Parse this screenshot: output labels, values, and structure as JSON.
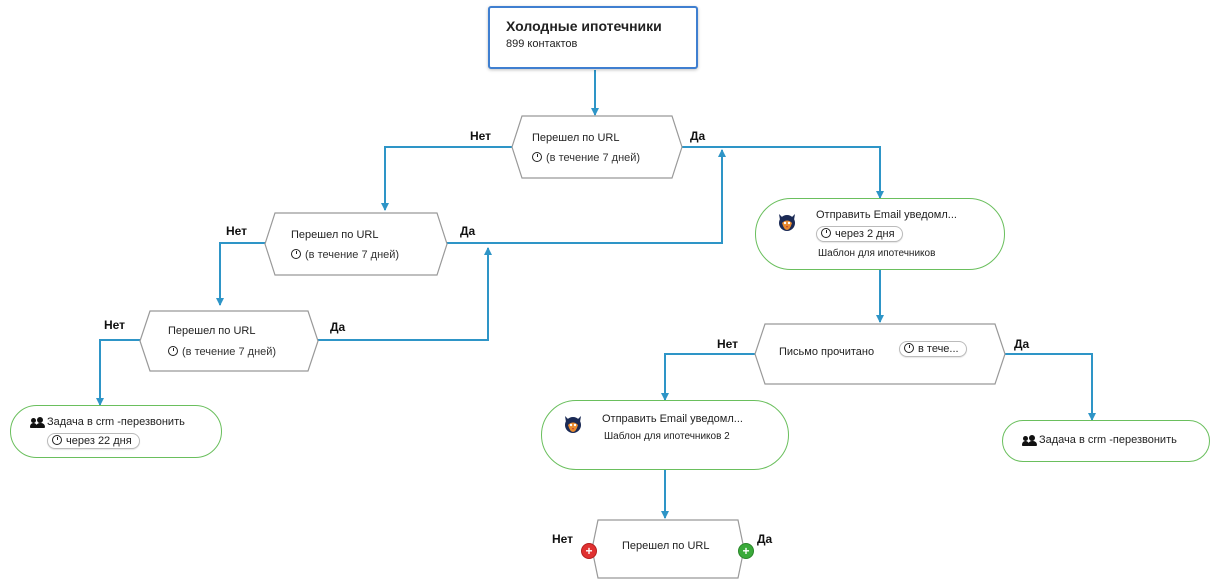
{
  "colors": {
    "edge": "#2e95c7",
    "start_border": "#3f7fd0",
    "action_border": "#6abf5d",
    "cond_border": "#999999"
  },
  "start": {
    "title": "Холодные ипотечники",
    "subtitle": "899 контактов"
  },
  "conditions": [
    {
      "id": "c1",
      "label": "Перешел по URL",
      "timer": "(в течение 7 дней)"
    },
    {
      "id": "c2",
      "label": "Перешел по URL",
      "timer": "(в течение 7 дней)"
    },
    {
      "id": "c3",
      "label": "Перешел по URL",
      "timer": "(в течение 7 дней)"
    },
    {
      "id": "c4",
      "label": "Письмо прочитано",
      "timer": "в тече..."
    },
    {
      "id": "c5",
      "label": "Перешел по URL"
    }
  ],
  "actions": [
    {
      "id": "a1",
      "icon": "email-mascot-icon",
      "label": "Отправить Email уведомл...",
      "timer": "через 2 дня",
      "sub": "Шаблон для ипотечников"
    },
    {
      "id": "a2",
      "icon": "email-mascot-icon",
      "label": "Отправить Email уведомл...",
      "sub": "Шаблон для ипотечников 2"
    },
    {
      "id": "a3",
      "icon": "users-icon",
      "label": "Задача в crm -перезвонить",
      "timer": "через 22 дня"
    },
    {
      "id": "a4",
      "icon": "users-icon",
      "label": "Задача в crm -перезвонить"
    }
  ],
  "edge_labels": {
    "no": "Нет",
    "yes": "Да"
  },
  "add_buttons": {
    "no_symbol": "+",
    "yes_symbol": "+"
  }
}
